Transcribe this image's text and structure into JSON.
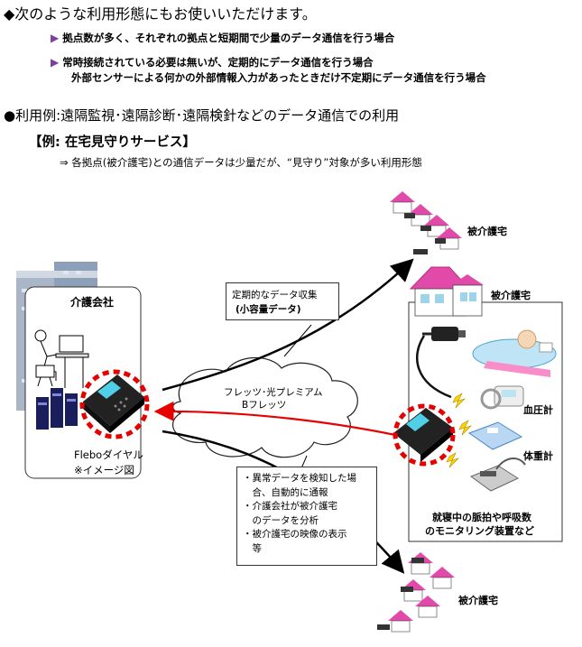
{
  "heading_usage": "◆次のような利用形態にもお使いいただけます。",
  "bullets": [
    {
      "line1": "拠点数が多く、それぞれの拠点と短期間で少量のデータ通信を行う場合"
    },
    {
      "line1": "常時接続されている必要は無いが、定期的にデータ通信を行う場合",
      "line2": "外部センサーによる何かの外部情報入力があったときだけ不定期にデータ通信を行う場合"
    }
  ],
  "heading_example": "●利用例:遠隔監視･遠隔診断･遠隔検針などのデータ通信での利用",
  "example_title": "【例: 在宅見守りサービス】",
  "example_note": "⇒ 各拠点(被介護宅)との通信データは少量だが、“見守り”対象が多い利用形態",
  "diagram": {
    "care_company": "介護会社",
    "device_caption_1": "Fleboダイヤル",
    "device_caption_2": "※イメージ図",
    "network_1": "フレッツ･光プレミアム",
    "network_2": "Bフレッツ",
    "collect_1": "定期的なデータ収集",
    "collect_2": "(小容量データ)",
    "home_top": "被介護宅",
    "home_mid": "被介護宅",
    "home_bottom": "被介護宅",
    "blood_pressure": "血圧計",
    "scale": "体重計",
    "monitor_1": "就寝中の脈拍や呼吸数",
    "monitor_2": "のモニタリング装置など",
    "alerts": [
      "・異常データを検知した場",
      "　合、自動的に通報",
      "・介護会社が被介護宅",
      "　のデータを分析",
      "・被介護宅の映像の表示",
      "　等"
    ]
  },
  "colors": {
    "alert_line": "#e60000",
    "house_roof": "#e14aa9",
    "bullet_triangle": "#7b3fa0"
  }
}
